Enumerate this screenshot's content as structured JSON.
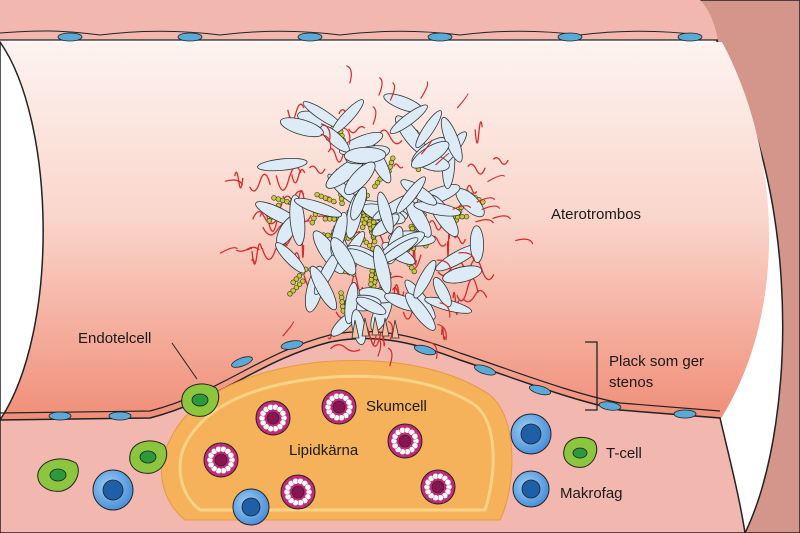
{
  "labels": {
    "aterotrombos": "Aterotrombos",
    "endotelcell": "Endotelcell",
    "plack_line1": "Plack som ger",
    "plack_line2": "stenos",
    "skumcell": "Skumcell",
    "lipidkarna": "Lipidkärna",
    "tcell": "T-cell",
    "makrofag": "Makrofag"
  },
  "colors": {
    "vessel_wall": "#f2b7ae",
    "vessel_outer": "#d9988c",
    "lumen_top": "#fbe9e4",
    "lumen_bottom": "#f19680",
    "lipid_core": "#f7b455",
    "lipid_edge": "#fcd07a",
    "platelet": "#dcebf6",
    "fibrin": "#d42b2b",
    "tcell": "#8cc63f",
    "tcell_nucleus": "#2c9a3c",
    "macrophage": "#4a90d9",
    "macrophage_nucleus": "#1f5fa8",
    "foam_cell": "#c42a7a",
    "endothelial_nucleus": "#5aa9d6"
  },
  "icons": [
    "platelet-shape",
    "fibrin-strand",
    "endothelial-cell",
    "foam-cell",
    "t-cell",
    "macrophage"
  ]
}
